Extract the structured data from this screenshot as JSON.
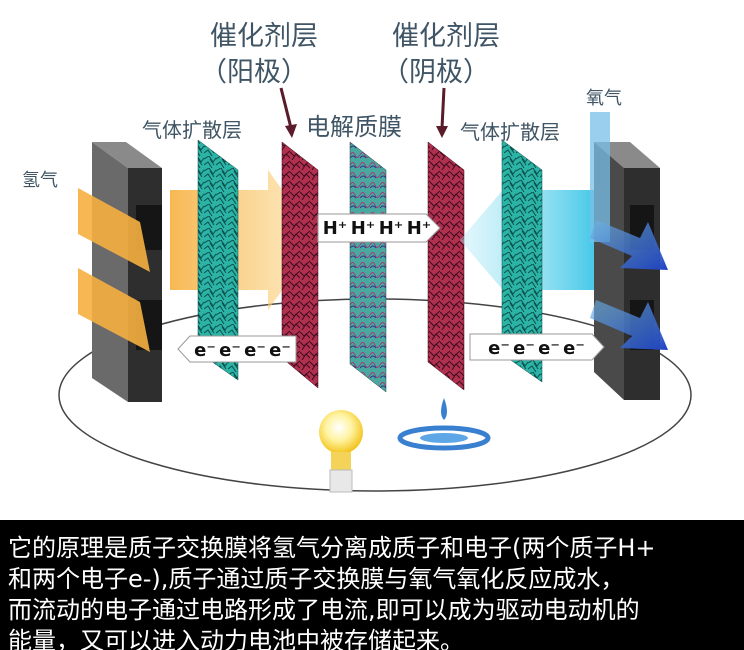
{
  "labels": {
    "catalyst_anode_title": "催化剂层",
    "catalyst_anode_sub": "（阳极）",
    "catalyst_cathode_title": "催化剂层",
    "catalyst_cathode_sub": "（阴极）",
    "gdl_left": "气体扩散层",
    "gdl_right": "气体扩散层",
    "membrane": "电解质膜",
    "hydrogen": "氢气",
    "oxygen": "氧气"
  },
  "protons": [
    "H⁺",
    "H⁺",
    "H⁺",
    "H⁺"
  ],
  "electrons_left": [
    "e⁻",
    "e⁻",
    "e⁻",
    "e⁻"
  ],
  "electrons_right": [
    "e⁻",
    "e⁻",
    "e⁻",
    "e⁻"
  ],
  "caption_lines": [
    "它的原理是质子交换膜将氢气分离成质子和电子(两个质子H+",
    "和两个电子e-),质子通过质子交换膜与氧气氧化反应成水，",
    "而流动的电子通过电路形成了电流,即可以成为驱动电动机的",
    "能量，又可以进入动力电池中被存储起来。"
  ],
  "colors": {
    "gas_layer": "#2bb3a6",
    "catalyst_layer": "#b03050",
    "membrane": "#4aa8a0",
    "plate": "#3a3a3a",
    "hydrogen_flow": "#f6b040",
    "oxygen_flow": "#33c3e6",
    "oxygen_arrow": "#2b55c8",
    "caption_bg": "#000000",
    "label_text": "#3f5565"
  }
}
